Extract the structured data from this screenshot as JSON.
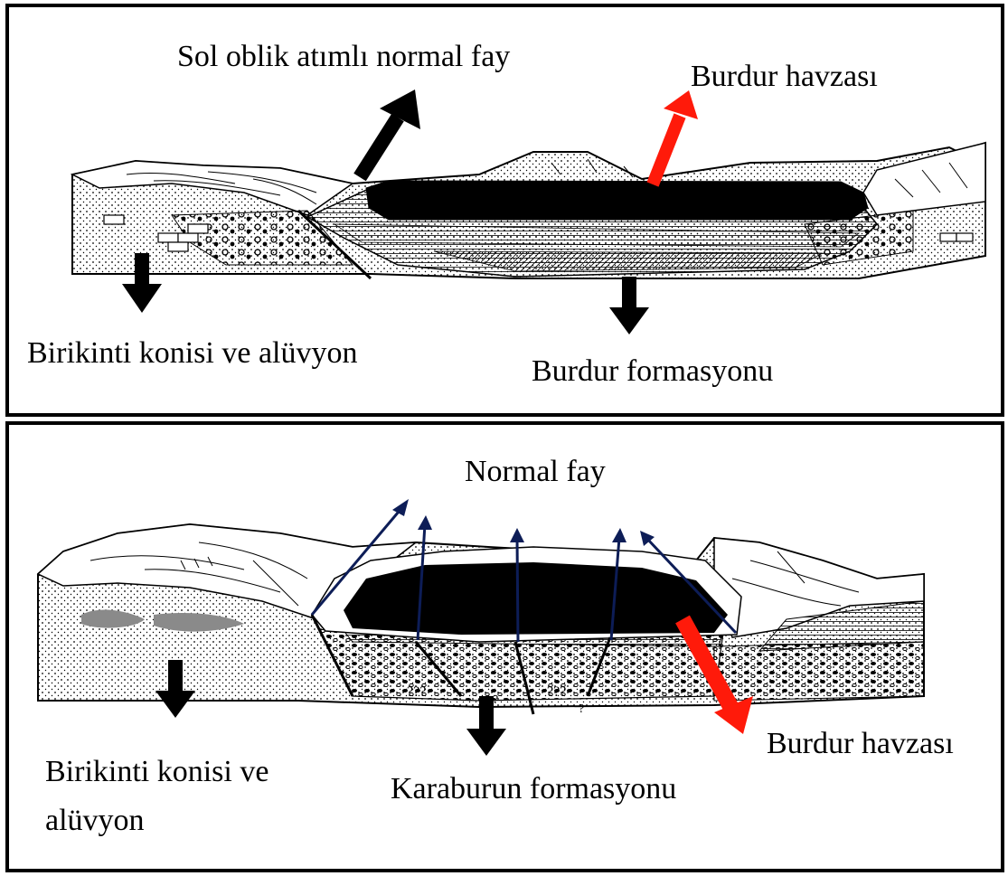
{
  "top_panel": {
    "labels": {
      "fault": "Sol oblik atımlı normal fay",
      "basin": "Burdur havzası",
      "fan": "Birikinti konisi ve alüvyon",
      "formation": "Burdur formasyonu"
    }
  },
  "bottom_panel": {
    "labels": {
      "fault": "Normal fay",
      "basin": "Burdur havzası",
      "fan_line1": "Birikinti konisi ve",
      "fan_line2": "alüvyon",
      "formation": "Karaburun formasyonu"
    },
    "question_marks": [
      "???",
      "???",
      "???",
      "?",
      "?"
    ]
  },
  "colors": {
    "lake": "#000000",
    "basin_arrow": "#ff1a0a",
    "fault_arrow": "#0d1d57",
    "black_arrow": "#000000"
  }
}
